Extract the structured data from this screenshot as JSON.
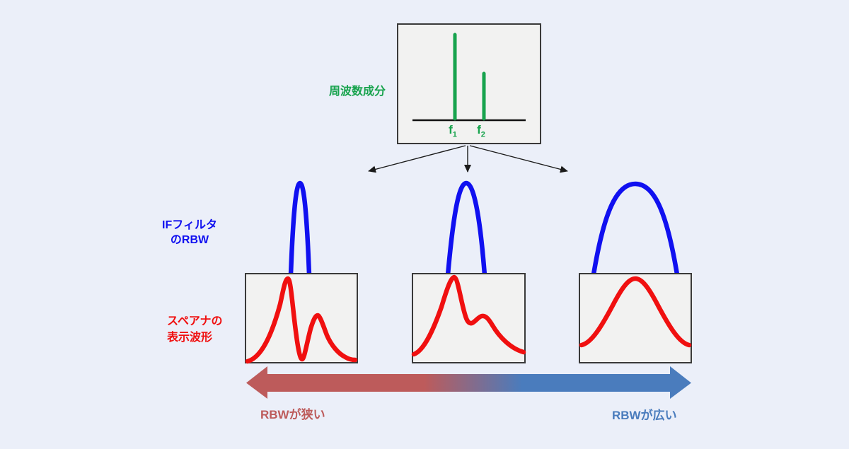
{
  "colors": {
    "background": "#ebeff9",
    "panel_fill": "#f2f2f1",
    "panel_border": "#3a3a3a",
    "green": "#17a34d",
    "blue": "#1010f0",
    "red": "#f01010",
    "arrow_red": "#bd5b5b",
    "arrow_blue": "#4a7cbd",
    "connector": "#1a1a1a",
    "axis": "#111111"
  },
  "top_panel": {
    "label": "周波数成分",
    "f1": {
      "base": "f",
      "sub": "1"
    },
    "f2": {
      "base": "f",
      "sub": "2"
    }
  },
  "middle_row": {
    "label_line1": "IFフィルタ",
    "label_line2": "のRBW"
  },
  "bottom_row": {
    "label_line1": "スペアナの",
    "label_line2": "表示波形"
  },
  "scale_arrow": {
    "left_label": "RBWが狭い",
    "right_label": "RBWが広い"
  }
}
